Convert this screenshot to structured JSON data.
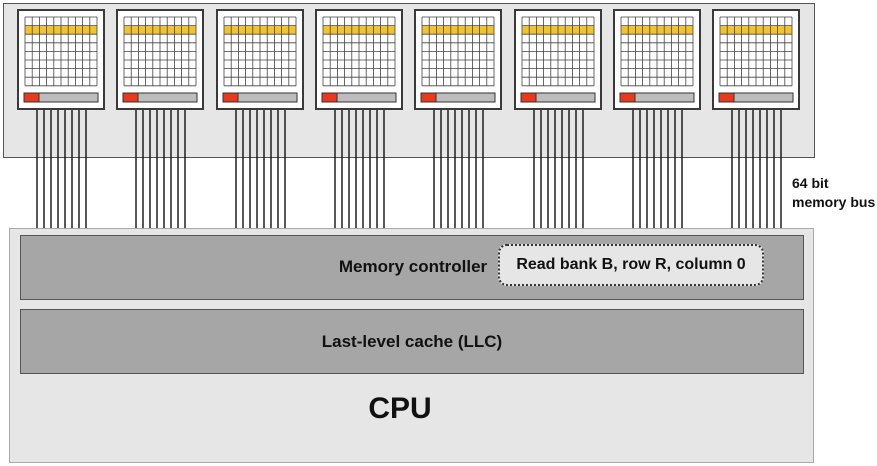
{
  "diagram": {
    "bus_label": "64 bit\nmemory bus",
    "memory_controller_label": "Memory controller",
    "command_text": "Read bank B, row R, column 0",
    "llc_label": "Last-level cache (LLC)",
    "cpu_label": "CPU",
    "dram_chips": [
      {
        "id": 1,
        "data_lines": 8
      },
      {
        "id": 2,
        "data_lines": 8
      },
      {
        "id": 3,
        "data_lines": 8
      },
      {
        "id": 4,
        "data_lines": 8
      },
      {
        "id": 5,
        "data_lines": 8
      },
      {
        "id": 6,
        "data_lines": 8
      },
      {
        "id": 7,
        "data_lines": 8
      },
      {
        "id": 8,
        "data_lines": 8
      }
    ],
    "colors": {
      "active_row": "#f2c230",
      "row_buffer_highlight": "#e8391e",
      "row_buffer": "#bdbdbd",
      "grid": "#444444",
      "bus_line": "#111111"
    }
  }
}
